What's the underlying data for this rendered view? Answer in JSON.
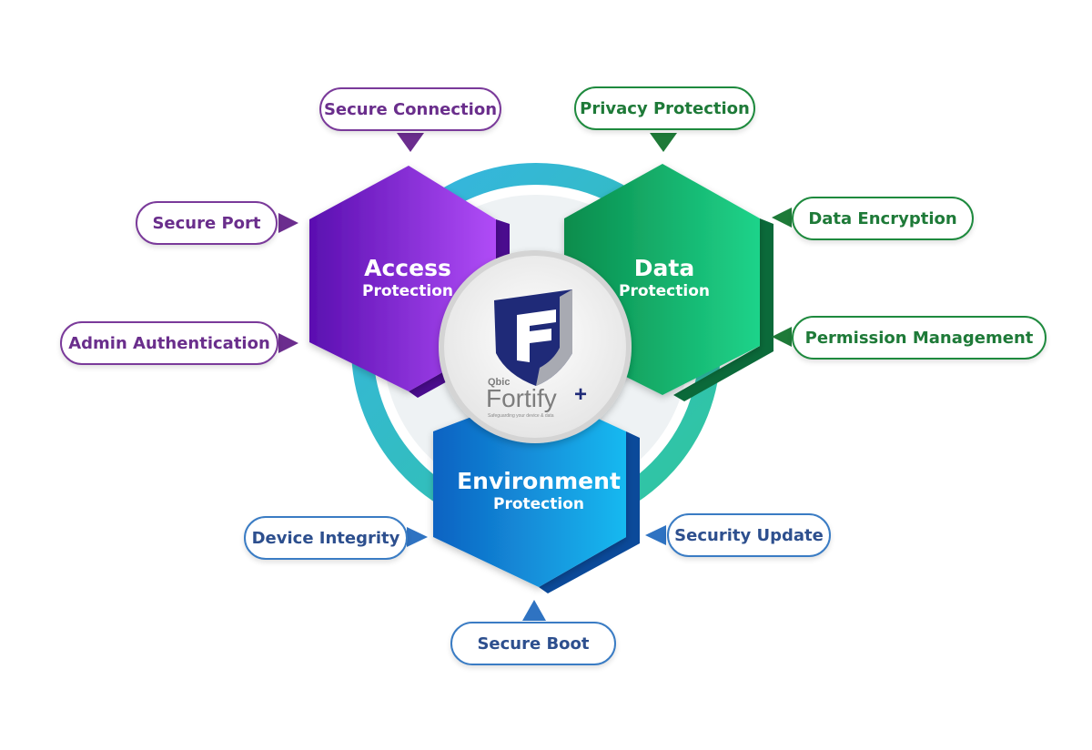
{
  "colors": {
    "access": "#8b2be2",
    "data": "#12b46a",
    "environment": "#1c8fe0",
    "ring": "#3fc1d0",
    "accessText": "#6a2e8c",
    "dataText": "#1e7a38",
    "environmentText": "#2d4f8e"
  },
  "hexes": {
    "access": {
      "title": "Access",
      "subtitle": "Protection"
    },
    "data": {
      "title": "Data",
      "subtitle": "Protection"
    },
    "environment": {
      "title": "Environment",
      "subtitle": "Protection"
    }
  },
  "logo": {
    "icon": "shield-f-icon",
    "brand_small": "Qbic",
    "brand": "Fortify",
    "plus": "+",
    "tagline": "Safeguarding your device & data"
  },
  "features": {
    "access": [
      "Secure Connection",
      "Secure Port",
      "Admin Authentication"
    ],
    "data": [
      "Privacy Protection",
      "Data Encryption",
      "Permission Management"
    ],
    "environment": [
      "Device Integrity",
      "Security Update",
      "Secure Boot"
    ]
  }
}
